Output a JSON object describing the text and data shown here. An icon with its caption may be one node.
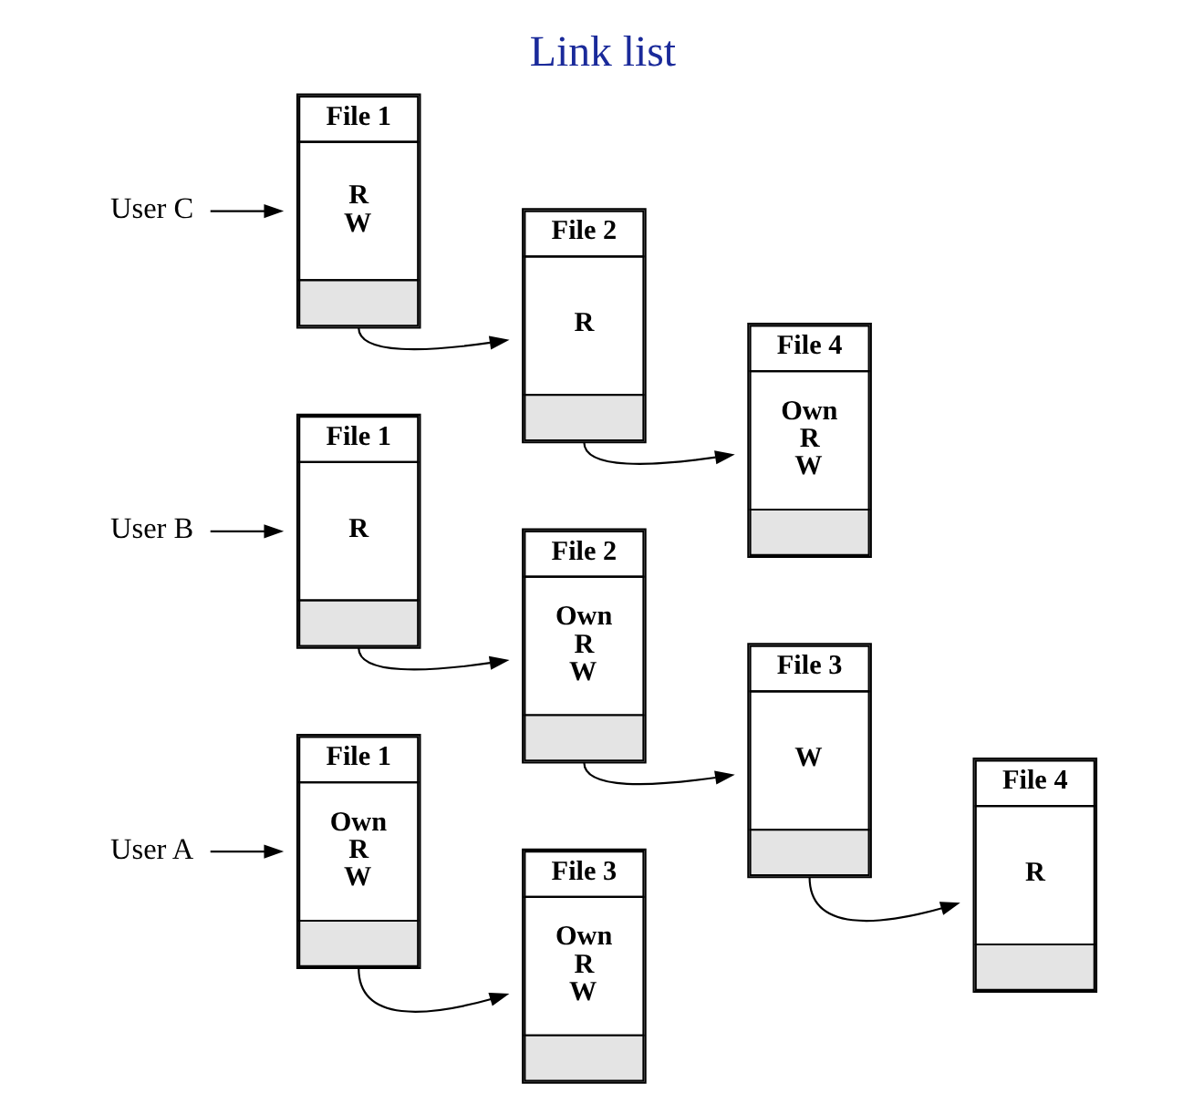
{
  "diagram": {
    "title": "Link list",
    "nodes": [
      {
        "text": [
          "User A"
        ]
      },
      {
        "text": [
          "File 1",
          "Own",
          "R",
          "W"
        ]
      },
      {
        "text": [
          "File 3",
          "Own",
          "R",
          "W"
        ]
      },
      {
        "text": [
          "User B"
        ]
      },
      {
        "text": [
          "File 1",
          "R"
        ]
      },
      {
        "text": [
          "File 2",
          "Own",
          "R",
          "W"
        ]
      },
      {
        "text": [
          "File 3",
          "W"
        ]
      },
      {
        "text": [
          "File 4",
          "R"
        ]
      },
      {
        "text": [
          "User C"
        ]
      },
      {
        "text": [
          "File 1",
          "R",
          "W"
        ]
      },
      {
        "text": [
          "File 2",
          "R"
        ]
      },
      {
        "text": [
          "File 4",
          "Own",
          "R",
          "W"
        ]
      }
    ],
    "edges": [
      {
        "from": 0,
        "to": 1,
        "arrow": "to"
      },
      {
        "from": 1,
        "to": 2,
        "arrow": "to"
      },
      {
        "from": 3,
        "to": 4,
        "arrow": "to"
      },
      {
        "from": 4,
        "to": 5,
        "arrow": "to"
      },
      {
        "from": 5,
        "to": 6,
        "arrow": "to"
      },
      {
        "from": 6,
        "to": 7,
        "arrow": "to"
      },
      {
        "from": 8,
        "to": 9,
        "arrow": "to"
      },
      {
        "from": 9,
        "to": 10,
        "arrow": "to"
      },
      {
        "from": 10,
        "to": 11,
        "arrow": "to"
      }
    ]
  }
}
